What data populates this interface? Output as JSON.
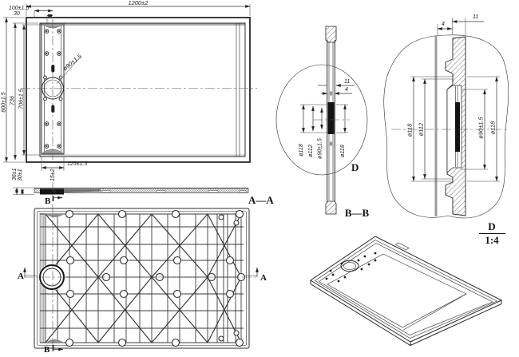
{
  "drawing": {
    "background": "#ffffff",
    "line_color": "#2b2b2b",
    "views": {
      "top": {
        "dim_width_total": "1200±2",
        "dim_offset_outer": "100±1.5",
        "dim_offset_inner": "30",
        "dim_height_total": "800±1.5",
        "dim_height_mid": "736",
        "dim_height_inner": "706±1.5",
        "dim_drain_diameter": "ø90±1.5",
        "dim_channel_width": "125±1.5"
      },
      "side": {
        "label": "A—A",
        "dim_total_height": "36±1",
        "dim_body_height": "30±1",
        "dim_base_height": "15±2",
        "marker_b": "B"
      },
      "bottom": {
        "marker_a_left": "A",
        "marker_a_right": "A",
        "marker_b_bottom": "B"
      },
      "section_bb": {
        "label": "B—B",
        "detail_marker": "D",
        "dim_flange_width": "11",
        "dim_wall": "4",
        "dim_dia_outer_left": "ø118",
        "dim_dia_mid": "ø112",
        "dim_dia_drain": "ø90±1.5",
        "dim_dia_outer_right": "ø118"
      },
      "detail_d": {
        "label": "D",
        "scale": "1:4",
        "dim_wall": "4",
        "dim_flange_width": "11",
        "dim_dia_outer_left": "ø118",
        "dim_dia_mid": "ø112",
        "dim_dia_drain": "ø90±1.5",
        "dim_dia_outer_right": "ø118"
      }
    }
  }
}
